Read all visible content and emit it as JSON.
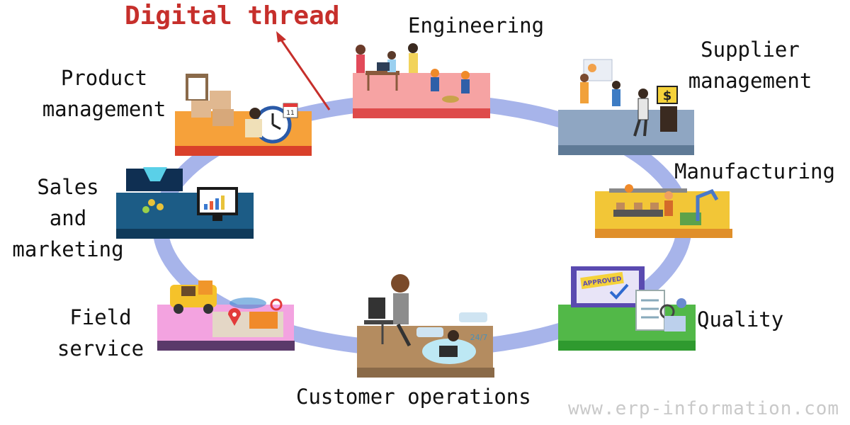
{
  "title": "Digital thread",
  "watermark": "www.erp-information.com",
  "colors": {
    "ring": "#a7b4ea",
    "title": "#c62f2b",
    "engineering": "#f6a3a3",
    "supplier": "#8fa6c2",
    "manufacturing": "#f2c637",
    "quality": "#52b848",
    "customer": "#b48c60",
    "field": "#f3a3e0",
    "sales": "#1c5c86",
    "product": "#f6a13a"
  },
  "nodes": {
    "engineering": {
      "label": "Engineering",
      "icon": "engineering-team-icon"
    },
    "supplier": {
      "label_1": "Supplier",
      "label_2": "management",
      "icon": "supplier-delivery-icon"
    },
    "manufacturing": {
      "label": "Manufacturing",
      "icon": "factory-conveyor-icon"
    },
    "quality": {
      "label": "Quality",
      "icon": "approved-checklist-icon"
    },
    "customer": {
      "label": "Customer operations",
      "icon": "customer-support-icon"
    },
    "field": {
      "label_1": "Field",
      "label_2": "service",
      "icon": "delivery-truck-map-icon"
    },
    "sales": {
      "label_1": "Sales",
      "label_2": "and",
      "label_3": "marketing",
      "icon": "sales-funnel-dashboard-icon"
    },
    "product": {
      "label_1": "Product",
      "label_2": "management",
      "icon": "product-planning-icon"
    }
  }
}
